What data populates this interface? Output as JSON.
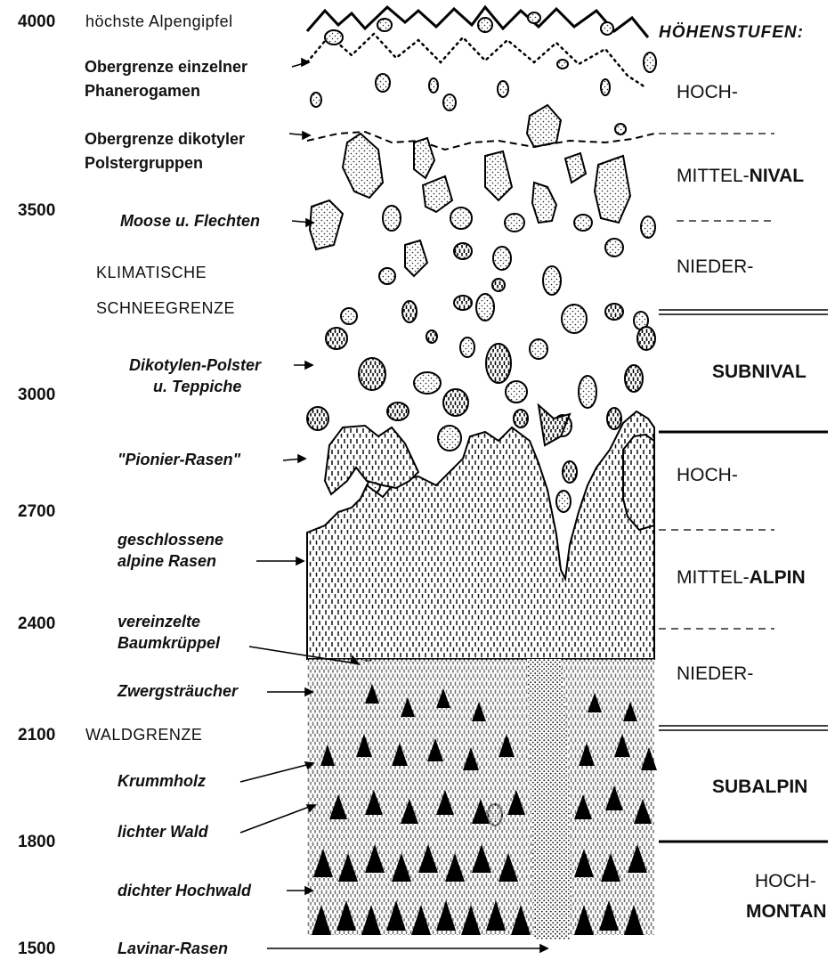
{
  "altitudes": [
    "4000",
    "3500",
    "3000",
    "2700",
    "2400",
    "2100",
    "1800",
    "1500"
  ],
  "labels": {
    "peaks": "höchste Alpengipfel",
    "phanero_1": "Obergrenze einzelner",
    "phanero_2": "Phanerogamen",
    "dikot_1": "Obergrenze dikotyler",
    "dikot_2": "Polstergruppen",
    "moose": "Moose u. Flechten",
    "klima_1": "KLIMATISCHE",
    "klima_2": "SCHNEEGRENZE",
    "polster_1": "Dikotylen-Polster",
    "polster_2": "u. Teppiche",
    "pionier": "\"Pionier-Rasen\"",
    "rasen_1": "geschlossene",
    "rasen_2": "alpine Rasen",
    "baum_1": "vereinzelte",
    "baum_2": "Baumkrüppel",
    "zwerg": "Zwergsträucher",
    "waldgrenze": "WALDGRENZE",
    "krumm": "Krummholz",
    "lichter": "lichter Wald",
    "dichter": "dichter Hochwald",
    "lavinar": "Lavinar-Rasen"
  },
  "zones": {
    "title": "HÖHENSTUFEN:",
    "hoch_nival": "HOCH-",
    "mittel_prefix": "MITTEL-",
    "nival": "NIVAL",
    "nieder_nival": "NIEDER-",
    "subnival": "SUBNIVAL",
    "hoch_alpin": "HOCH-",
    "alpin": "ALPIN",
    "nieder_alpin": "NIEDER-",
    "subalpin": "SUBALPIN",
    "hoch": "HOCH-",
    "montan": "MONTAN"
  }
}
